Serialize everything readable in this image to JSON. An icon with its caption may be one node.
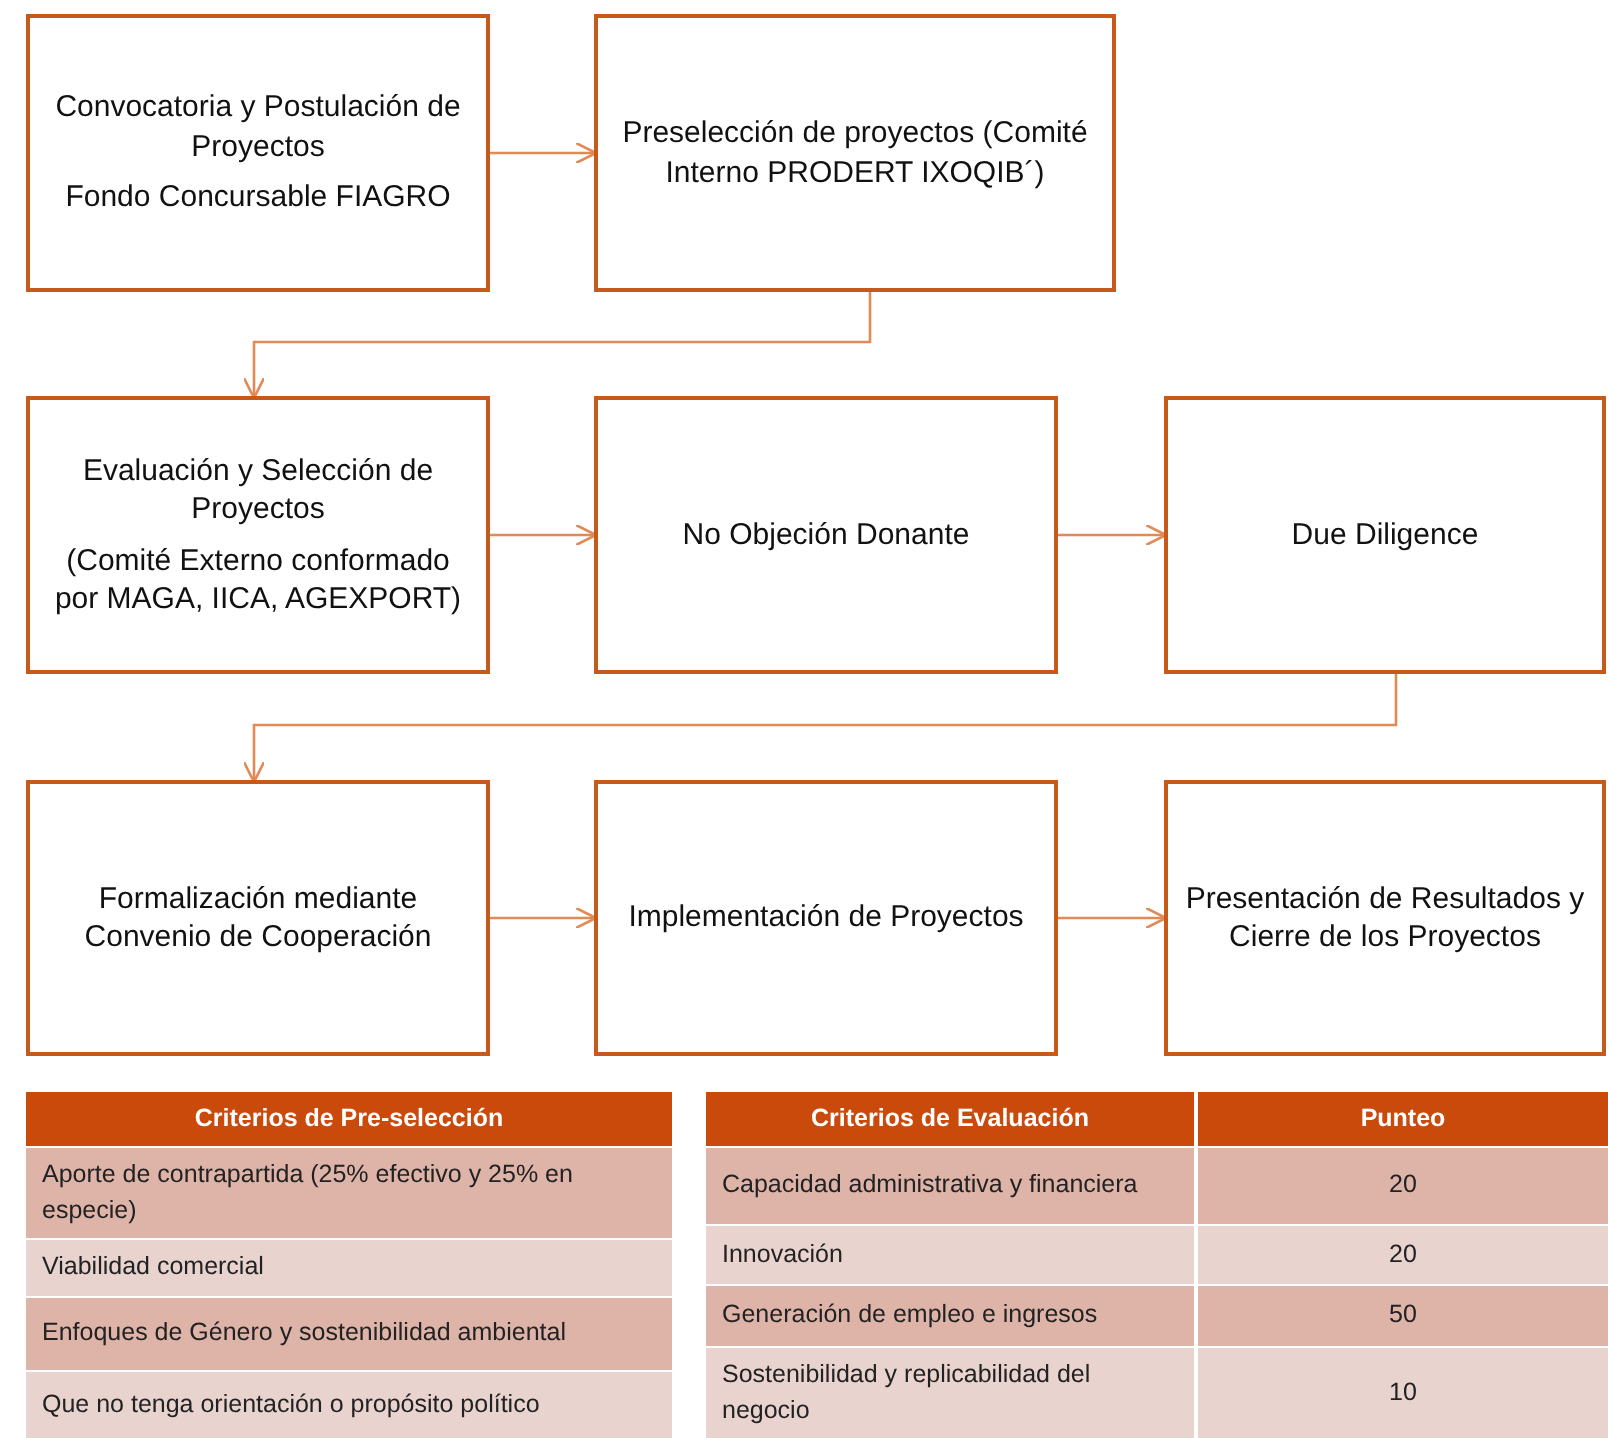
{
  "diagram": {
    "nodes": [
      {
        "text": [
          "Convocatoria y Postulación de Proyectos",
          "Fondo Concursable FIAGRO"
        ]
      },
      {
        "text": [
          "Preselección de proyectos (Comité Interno PRODERT IXOQIB´)"
        ]
      },
      {
        "text": [
          "Evaluación y Selección de Proyectos",
          "(Comité Externo conformado por MAGA, IICA, AGEXPORT)"
        ]
      },
      {
        "text": [
          "No Objeción Donante"
        ]
      },
      {
        "text": [
          "Due Diligence"
        ]
      },
      {
        "text": [
          "Formalización mediante Convenio de Cooperación"
        ]
      },
      {
        "text": [
          "Implementación de Proyectos"
        ]
      },
      {
        "text": [
          "Presentación de Resultados y Cierre de los Proyectos"
        ]
      }
    ],
    "edges": [
      {
        "from": 0,
        "to": 1,
        "arrow": "to"
      },
      {
        "from": 1,
        "to": 2,
        "arrow": "to"
      },
      {
        "from": 2,
        "to": 3,
        "arrow": "to"
      },
      {
        "from": 3,
        "to": 4,
        "arrow": "to"
      },
      {
        "from": 4,
        "to": 5,
        "arrow": "to"
      },
      {
        "from": 5,
        "to": 6,
        "arrow": "to"
      },
      {
        "from": 6,
        "to": 7,
        "arrow": "to"
      }
    ],
    "labels": [
      "Criterios de Pre-selección",
      "Aporte de contrapartida (25% efectivo y 25% en especie)",
      "Viabilidad comercial",
      "Enfoques de Género y sostenibilidad ambiental",
      "Que no tenga orientación o propósito político",
      "Criterios de Evaluación",
      "Punteo",
      "Capacidad administrativa y financiera",
      "20",
      "Innovación",
      "20",
      "Generación de empleo e ingresos",
      "50",
      "Sostenibilidad y replicabilidad del negocio",
      "10"
    ]
  }
}
